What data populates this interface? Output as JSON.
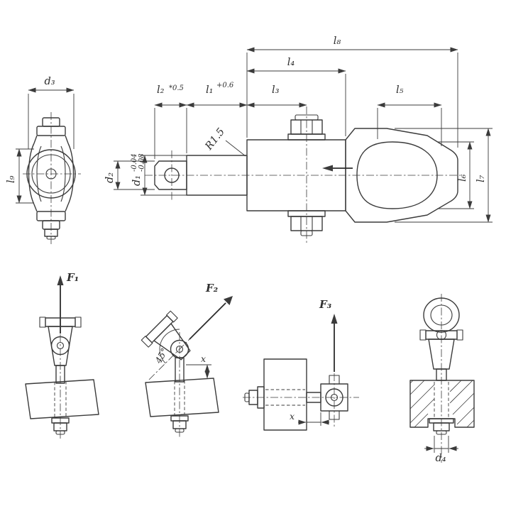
{
  "page": {
    "background_color": "#ffffff",
    "line_color": "#3b3b3b"
  },
  "side_view": {
    "d3": "d₃",
    "l9": "l₉"
  },
  "main_view": {
    "l8": "l₈",
    "l4": "l₄",
    "l2": "l₂",
    "l2_tol": "*0.5",
    "l1": "l₁",
    "l1_tol": "+0.6",
    "l3": "l₃",
    "l5": "l₅",
    "d1": "d₁",
    "d1_tol_upper": "-0.04",
    "d1_tol_lower": "-0.08",
    "d2": "d₂",
    "radius": "R1.5",
    "l6": "l₆",
    "l7": "l₇"
  },
  "mounting": {
    "f1": "F₁",
    "f2": "F₂",
    "f3": "F₃",
    "angle": "45°",
    "x_f2": "x",
    "x_f3": "x",
    "d4": "d₄"
  }
}
